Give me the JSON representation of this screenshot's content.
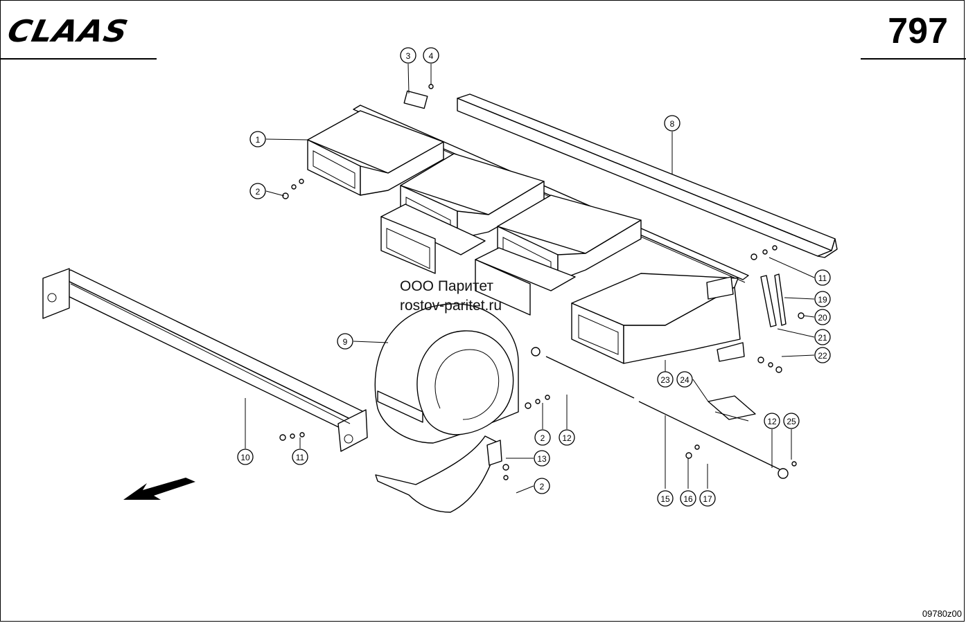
{
  "header": {
    "brand": "CLAAS",
    "page_number": "797"
  },
  "watermark": {
    "line1": "ООО Паритет",
    "line2": "rostov-paritet.ru"
  },
  "footer": {
    "drawing_code": "09780z00"
  },
  "callouts": [
    {
      "id": "c1",
      "label": "1"
    },
    {
      "id": "c2a",
      "label": "2"
    },
    {
      "id": "c3",
      "label": "3"
    },
    {
      "id": "c4",
      "label": "4"
    },
    {
      "id": "c8",
      "label": "8"
    },
    {
      "id": "c9",
      "label": "9"
    },
    {
      "id": "c10",
      "label": "10"
    },
    {
      "id": "c11a",
      "label": "11"
    },
    {
      "id": "c11b",
      "label": "11"
    },
    {
      "id": "c2b",
      "label": "2"
    },
    {
      "id": "c12a",
      "label": "12"
    },
    {
      "id": "c13",
      "label": "13"
    },
    {
      "id": "c2c",
      "label": "2"
    },
    {
      "id": "c19",
      "label": "19"
    },
    {
      "id": "c20",
      "label": "20"
    },
    {
      "id": "c21",
      "label": "21"
    },
    {
      "id": "c22",
      "label": "22"
    },
    {
      "id": "c23",
      "label": "23"
    },
    {
      "id": "c24",
      "label": "24"
    },
    {
      "id": "c12b",
      "label": "12"
    },
    {
      "id": "c25",
      "label": "25"
    },
    {
      "id": "c15",
      "label": "15"
    },
    {
      "id": "c16",
      "label": "16"
    },
    {
      "id": "c17",
      "label": "17"
    }
  ],
  "icons": {
    "direction_arrow": "travel-direction-arrow-icon"
  }
}
